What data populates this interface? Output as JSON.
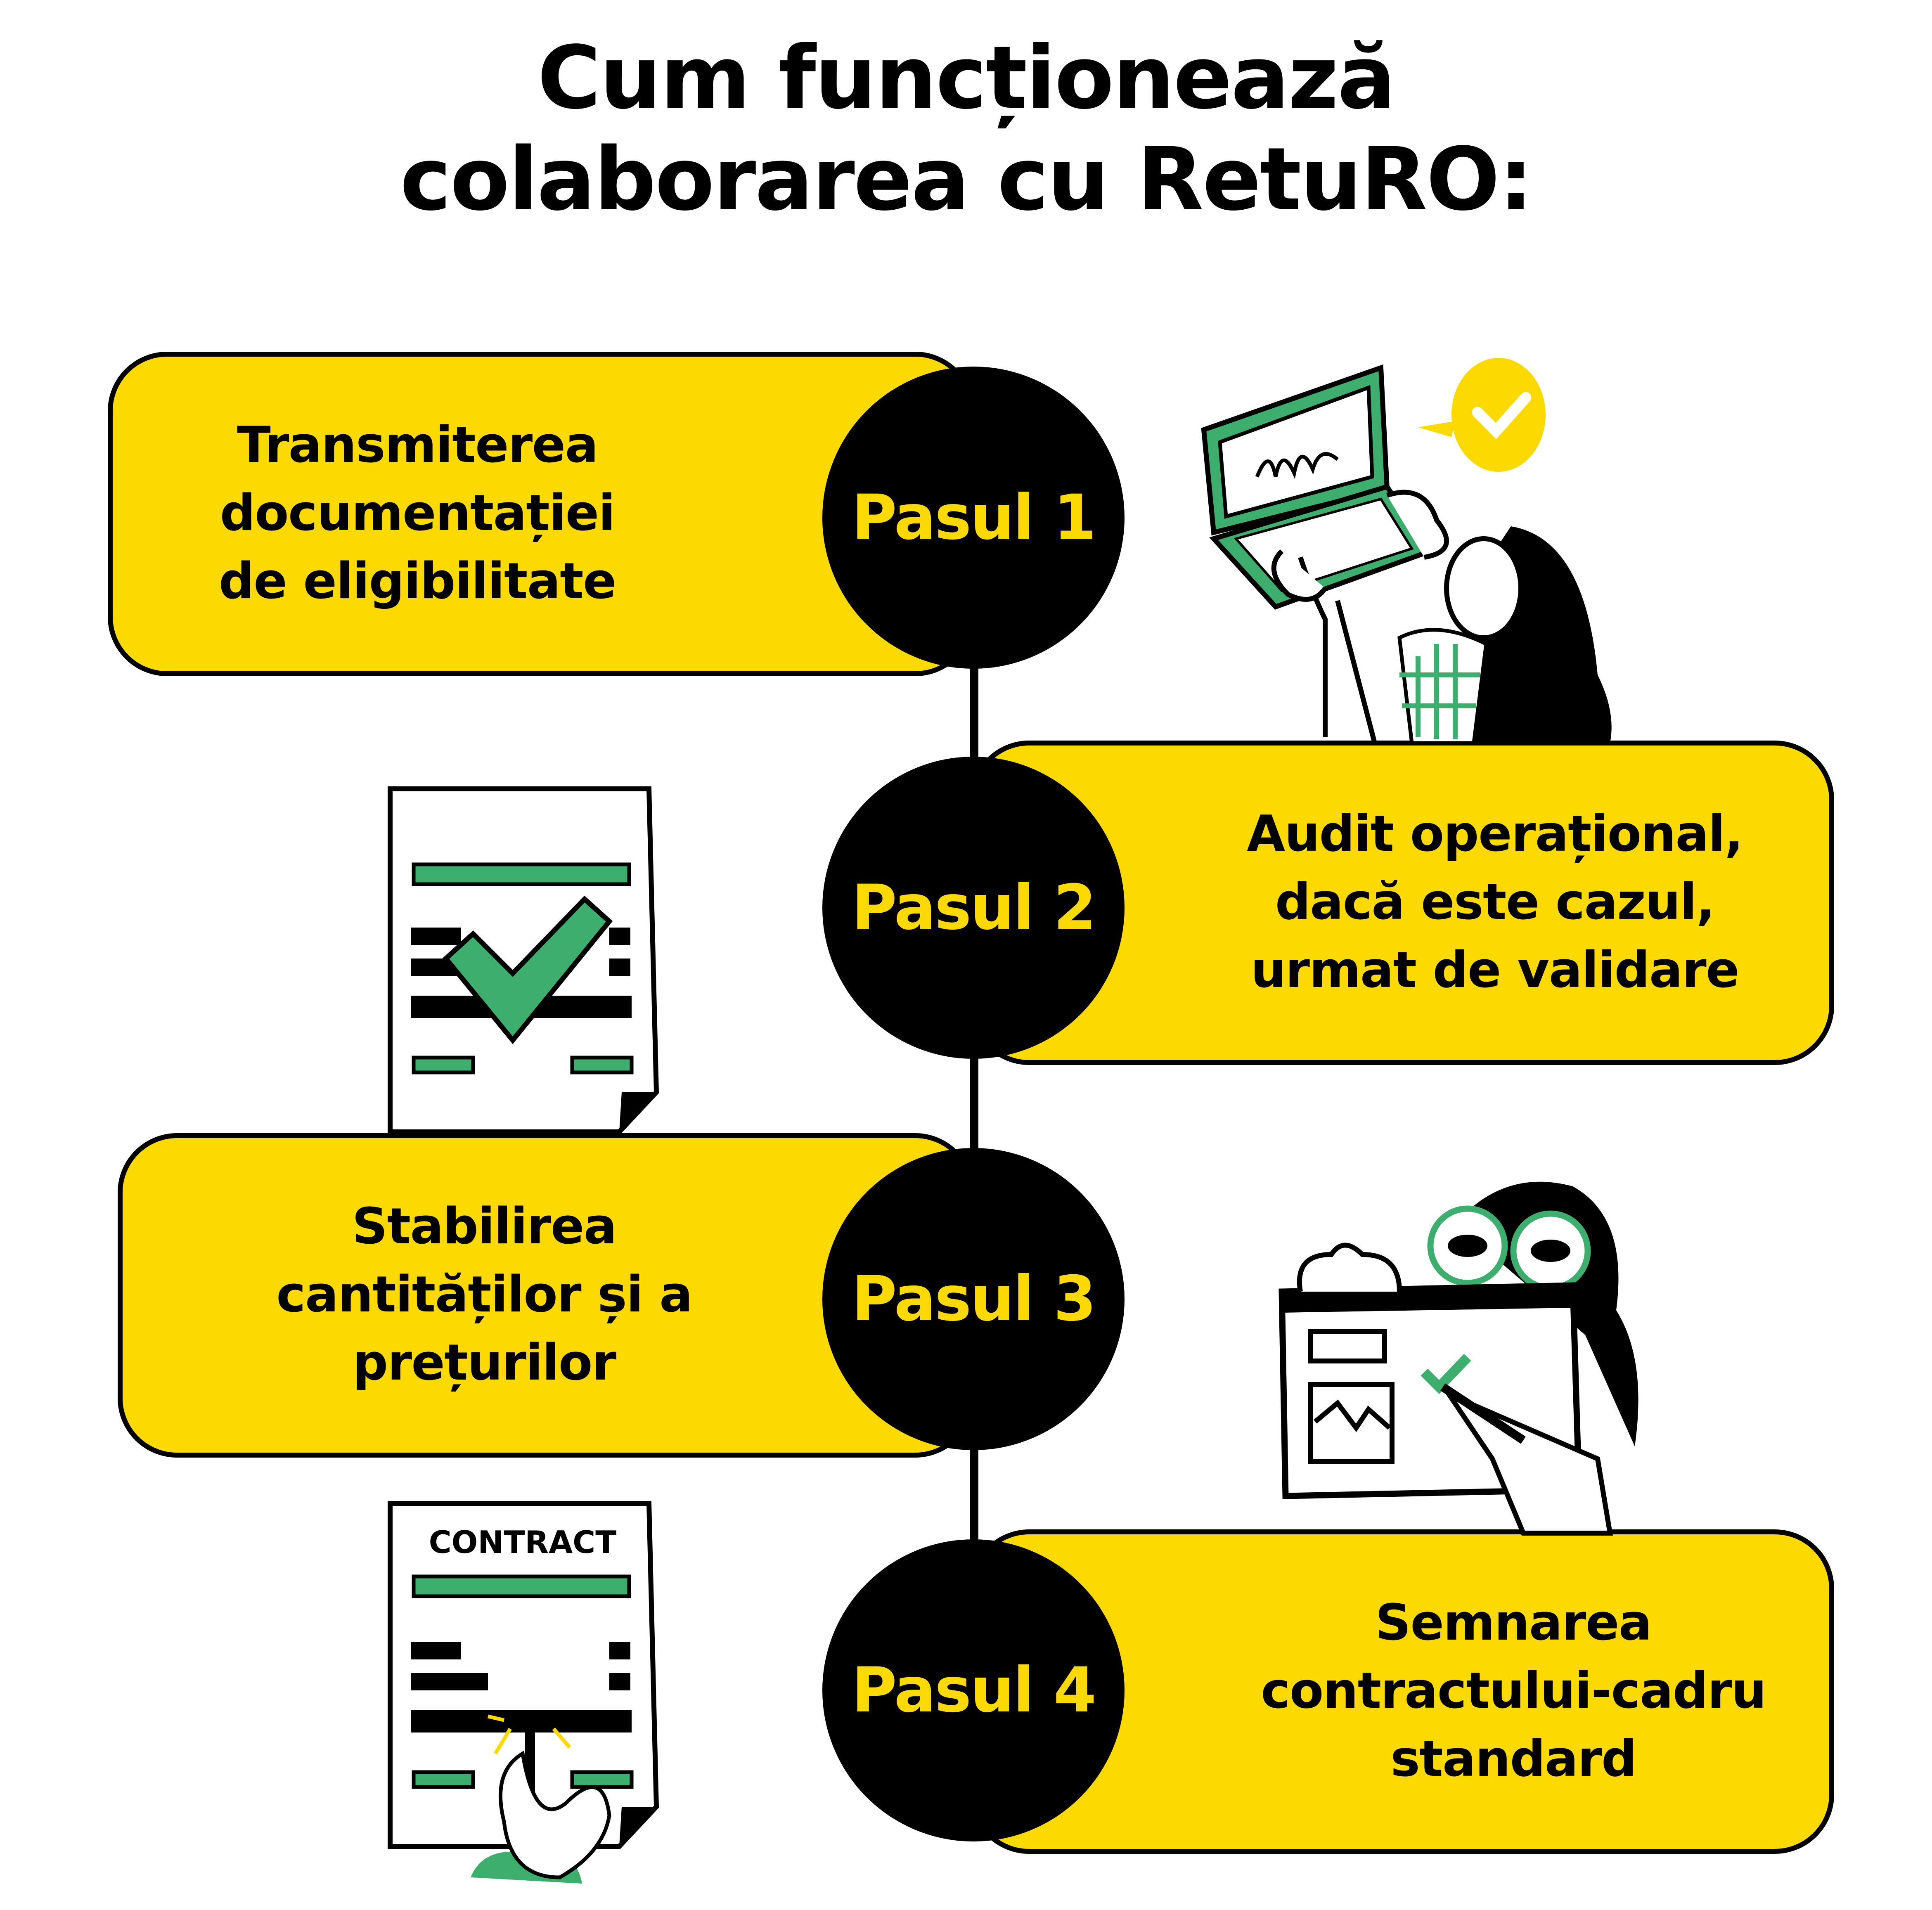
{
  "title": {
    "line1": "Cum funcționează",
    "line2": "colaborarea cu RetuRO:"
  },
  "colors": {
    "yellow": "#FCD900",
    "green": "#3DAE6E",
    "black": "#000000"
  },
  "steps": [
    {
      "label": "Pasul 1",
      "text": "Transmiterea\ndocumentației\nde eligibilitate"
    },
    {
      "label": "Pasul 2",
      "text": "Audit operațional,\ndacă este cazul,\nurmat de validare"
    },
    {
      "label": "Pasul 3",
      "text": "Stabilirea\ncantităților și a\nprețurilor"
    },
    {
      "label": "Pasul 4",
      "text": "Semnarea\ncontractului-cadru\nstandard"
    }
  ],
  "illustrations": {
    "contract_label": "CONTRACT"
  }
}
